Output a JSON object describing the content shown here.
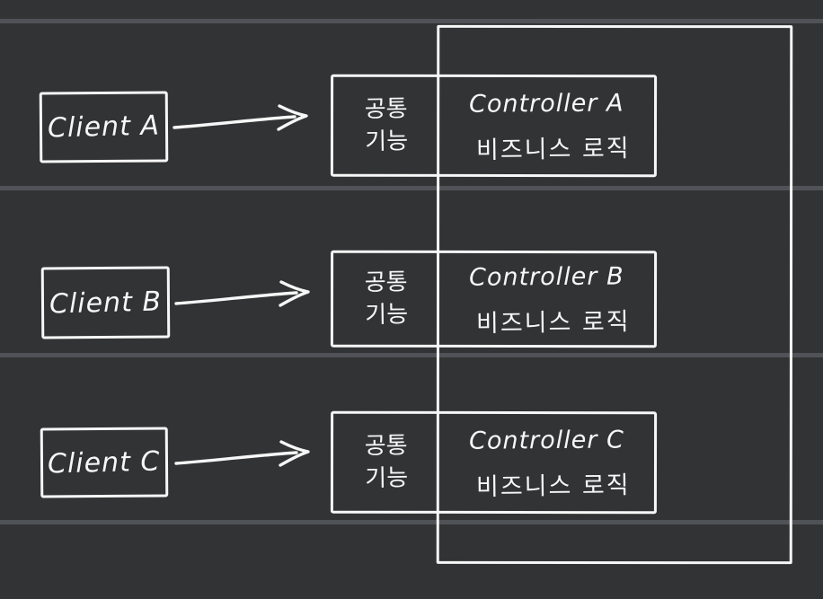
{
  "colors": {
    "background": "#323334",
    "stripe": "#4f5256",
    "stroke": "#f7f7f7"
  },
  "icons": {
    "connector": "right-arrow-icon",
    "connector_glyph": "→"
  },
  "rows": [
    {
      "client_label": "Client A",
      "common_label": "공통\n기능",
      "controller_title": "Controller A",
      "logic_label": "비즈니스 로직"
    },
    {
      "client_label": "Client B",
      "common_label": "공통\n기능",
      "controller_title": "Controller B",
      "logic_label": "비즈니스 로직"
    },
    {
      "client_label": "Client C",
      "common_label": "공통\n기능",
      "controller_title": "Controller C",
      "logic_label": "비즈니스 로직"
    }
  ]
}
